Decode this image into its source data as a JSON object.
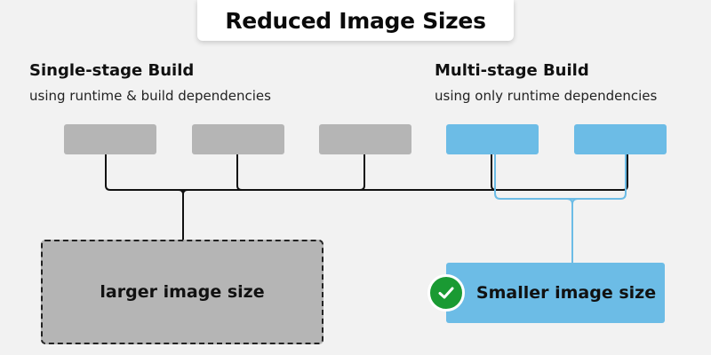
{
  "title": "Reduced Image Sizes",
  "single_stage": {
    "heading": "Single-stage Build",
    "subheading": "using runtime & build dependencies",
    "dependency_count": 3,
    "box_color": "#b5b5b5",
    "result_label": "larger image size"
  },
  "multi_stage": {
    "heading": "Multi-stage Build",
    "subheading": "using only runtime dependencies",
    "dependency_count": 2,
    "box_color": "#6cbce6",
    "result_label": "Smaller image size",
    "result_icon": "check-icon"
  },
  "colors": {
    "background": "#f2f2f2",
    "check_green": "#1a9a33",
    "connector_dark": "#111111",
    "connector_blue": "#6cbce6"
  }
}
